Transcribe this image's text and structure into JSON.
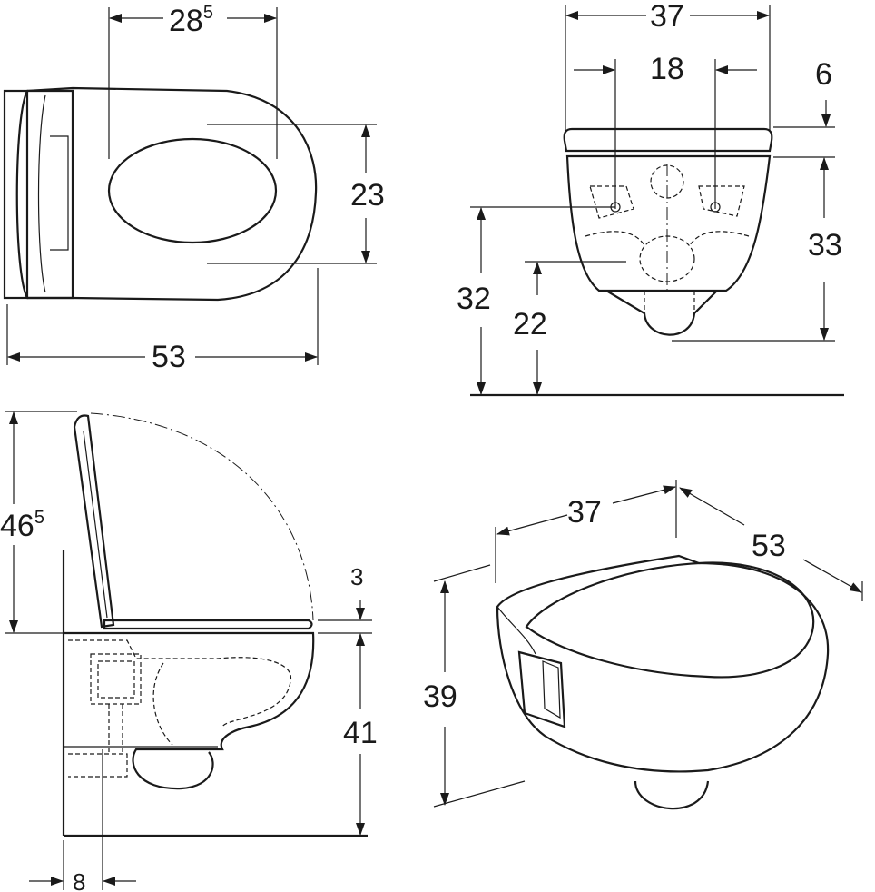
{
  "drawing": {
    "top_view": {
      "width_seat_opening": {
        "main": "28",
        "sup": "5"
      },
      "depth_opening": "23",
      "total_length": "53"
    },
    "front_view": {
      "total_width": "37",
      "fixing_distance": "18",
      "seat_height": "6",
      "bowl_height": "33",
      "fixing_height": "32",
      "outlet_height": "22"
    },
    "side_view": {
      "lid_open_height": {
        "main": "46",
        "sup": "5"
      },
      "seat_thickness": "3",
      "rim_height": "41",
      "wall_offset": "8"
    },
    "iso_view": {
      "width": "37",
      "length": "53",
      "height": "39"
    }
  }
}
